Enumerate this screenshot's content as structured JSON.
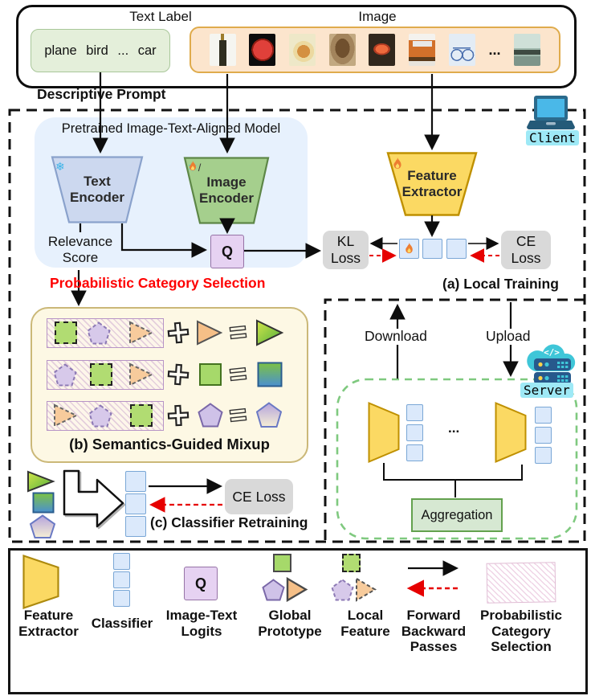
{
  "top_panel": {
    "text_label_heading": "Text Label",
    "image_heading": "Image",
    "classes": "plane bird ... car",
    "thumbs_ellipsis": "..."
  },
  "client_panel": {
    "descriptive_prompt": "Descriptive Prompt",
    "pretrained_title": "Pretrained Image-Text-Aligned Model",
    "text_encoder_label": "Text Encoder",
    "image_encoder_label": "Image Encoder",
    "relevance_score": "Relevance Score",
    "logits_symbol": "Q",
    "kl_loss": "KL Loss",
    "ce_loss": "CE Loss",
    "feature_extractor_label": "Feature Extractor",
    "client_label": "Client",
    "section_a": "(a) Local Training",
    "prob_category_selection": "Probabilistic Category Selection",
    "section_b": "(b) Semantics-Guided Mixup",
    "section_c": "(c) Classifier Retraining",
    "ce_loss_c": "CE Loss"
  },
  "server_panel": {
    "download": "Download",
    "upload": "Upload",
    "server_label": "Server",
    "ellipsis": "...",
    "aggregation": "Aggregation"
  },
  "legend": {
    "feature_extractor": "Feature Extractor",
    "classifier": "Classifier",
    "image_text_logits": "Image-Text Logits",
    "logits_symbol": "Q",
    "global_prototype": "Global Prototype",
    "local_feature": "Local Feature",
    "forward_backward": "Forward Backward Passes",
    "prob_category_selection": "Probabilistic Category Selection"
  },
  "icons": {
    "snowflake": "❄",
    "slash": "/",
    "code": "</>"
  },
  "colors": {
    "red_accent": "#fe0000",
    "encoder_green": "#a5cf8d",
    "extractor_yellow": "#fbd963",
    "panel_blue": "#e7f1fd",
    "loss_gray": "#d9d9d9",
    "tag_cyan": "#9ee9f6",
    "server_box_green": "#7fc97f"
  }
}
